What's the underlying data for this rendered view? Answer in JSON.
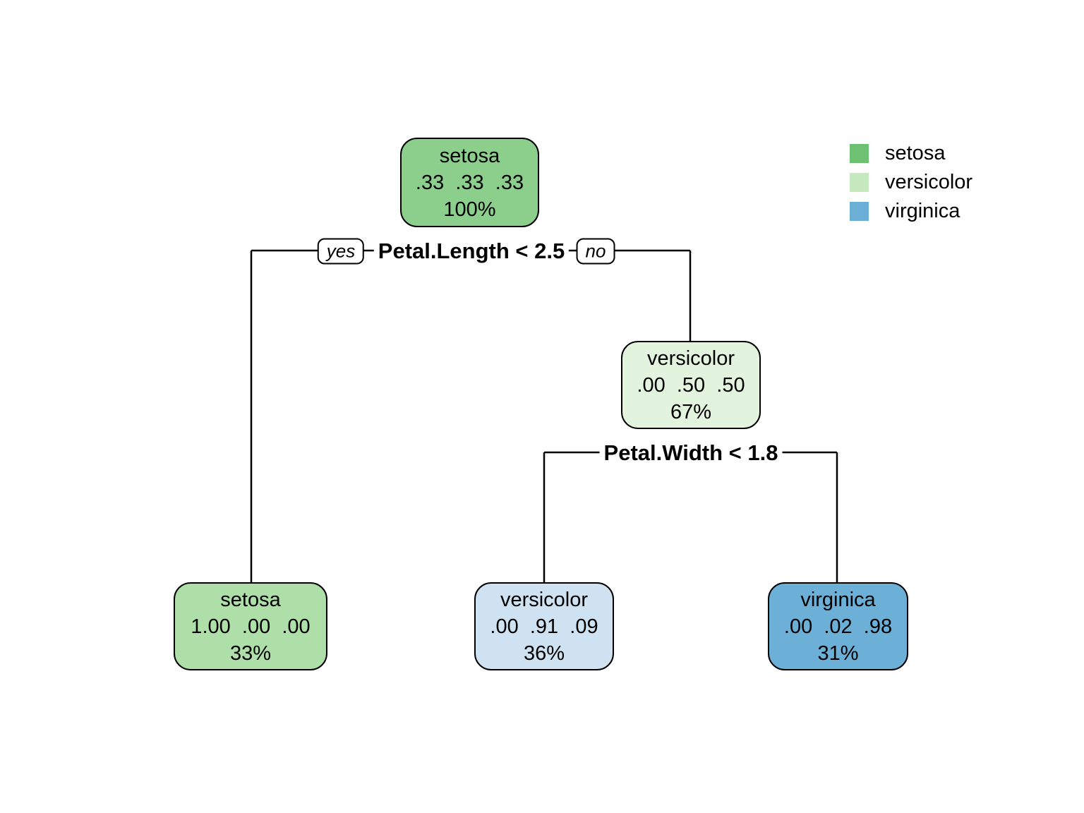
{
  "tree": {
    "root": {
      "label": "setosa",
      "probs": ".33  .33  .33",
      "percent": "100%",
      "fill": "#8CCE8C"
    },
    "split1": {
      "label": "Petal.Length < 2.5",
      "yes_label": "yes",
      "no_label": "no"
    },
    "node_versicolor": {
      "label": "versicolor",
      "probs": ".00  .50  .50",
      "percent": "67%",
      "fill": "#E3F4DE"
    },
    "split2": {
      "label": "Petal.Width < 1.8"
    },
    "leaf_setosa": {
      "label": "setosa",
      "probs": "1.00  .00  .00",
      "percent": "33%",
      "fill": "#AFDFA9"
    },
    "leaf_versicolor": {
      "label": "versicolor",
      "probs": ".00  .91  .09",
      "percent": "36%",
      "fill": "#CFE2F2"
    },
    "leaf_virginica": {
      "label": "virginica",
      "probs": ".00  .02  .98",
      "percent": "31%",
      "fill": "#6CAFD7"
    }
  },
  "legend": {
    "items": [
      {
        "label": "setosa",
        "color": "#6EC173"
      },
      {
        "label": "versicolor",
        "color": "#C7E9C0"
      },
      {
        "label": "virginica",
        "color": "#6BAED6"
      }
    ]
  },
  "colors": {
    "line": "#000000",
    "text": "#000000",
    "background": "#FFFFFF"
  }
}
